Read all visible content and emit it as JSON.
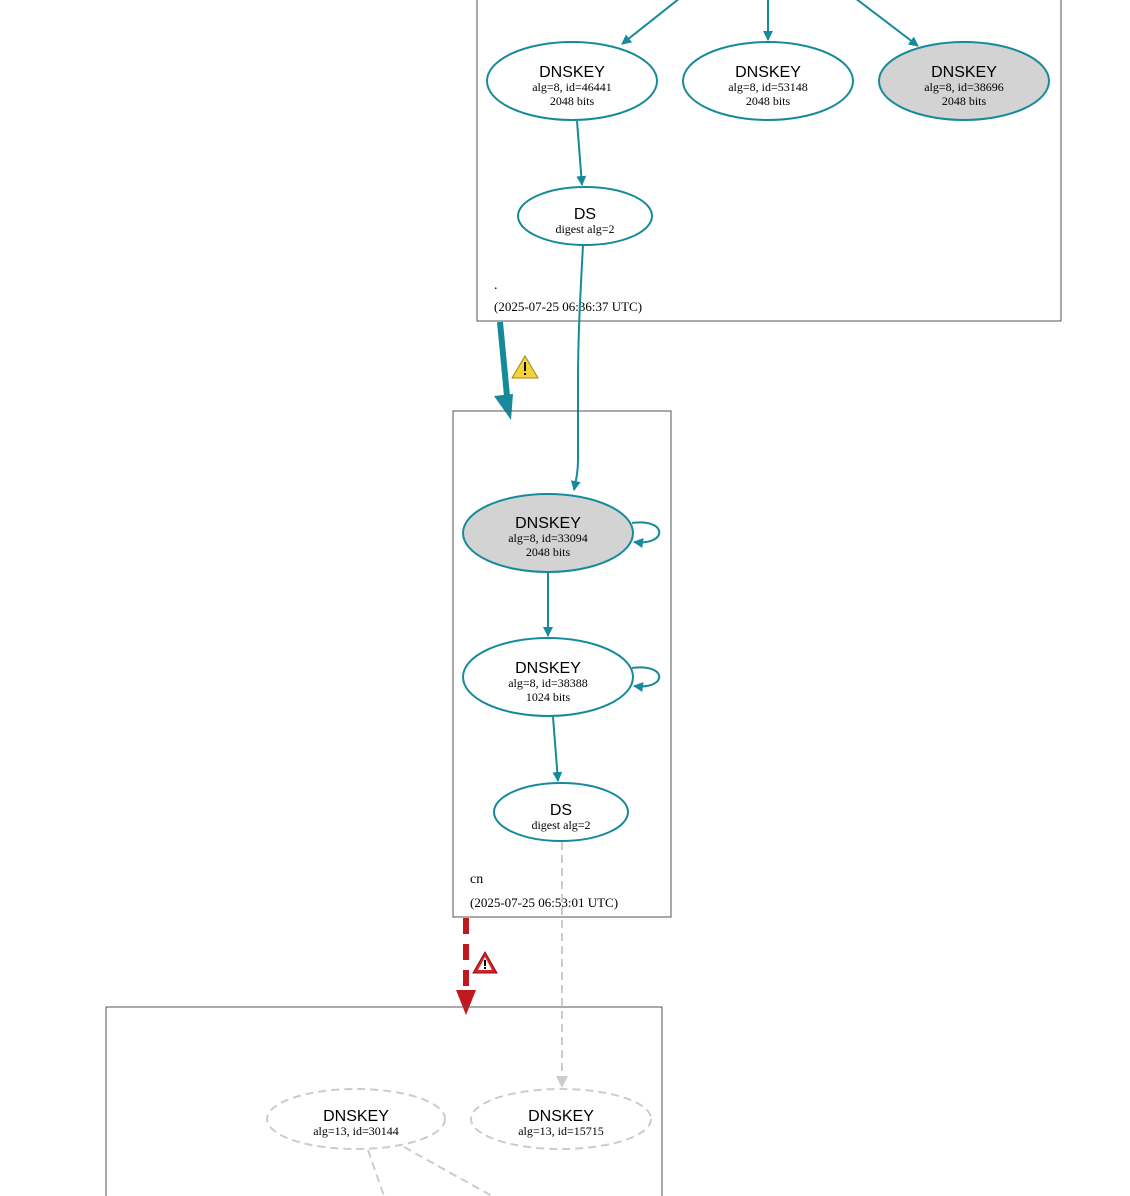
{
  "colors": {
    "secure_edge": "#168a9b",
    "bogus_edge": "#c0181f",
    "insecure_edge": "#cccccc",
    "sep_fill": "#d3d3d3",
    "warning_fill": "#f3d43a",
    "error_fill": "#d8202a"
  },
  "zones": [
    {
      "id": "root",
      "name": ".",
      "timestamp": "(2025-07-25 06:36:37 UTC)",
      "nodes": [
        {
          "id": "root-dnskey-46441",
          "title": "DNSKEY",
          "line1": "alg=8, id=46441",
          "line2": "2048 bits",
          "sep": false
        },
        {
          "id": "root-dnskey-53148",
          "title": "DNSKEY",
          "line1": "alg=8, id=53148",
          "line2": "2048 bits",
          "sep": false
        },
        {
          "id": "root-dnskey-38696",
          "title": "DNSKEY",
          "line1": "alg=8, id=38696",
          "line2": "2048 bits",
          "sep": true
        },
        {
          "id": "root-ds",
          "title": "DS",
          "line1": "digest alg=2",
          "line2": "",
          "sep": false
        }
      ]
    },
    {
      "id": "cn",
      "name": "cn",
      "timestamp": "(2025-07-25 06:53:01 UTC)",
      "nodes": [
        {
          "id": "cn-dnskey-33094",
          "title": "DNSKEY",
          "line1": "alg=8, id=33094",
          "line2": "2048 bits",
          "sep": true
        },
        {
          "id": "cn-dnskey-38388",
          "title": "DNSKEY",
          "line1": "alg=8, id=38388",
          "line2": "1024 bits",
          "sep": false
        },
        {
          "id": "cn-ds",
          "title": "DS",
          "line1": "digest alg=2",
          "line2": "",
          "sep": false
        }
      ]
    },
    {
      "id": "child",
      "name": "",
      "timestamp": "",
      "nodes": [
        {
          "id": "child-dnskey-30144",
          "title": "DNSKEY",
          "line1": "alg=13, id=30144",
          "line2": "",
          "sep": false
        },
        {
          "id": "child-dnskey-15715",
          "title": "DNSKEY",
          "line1": "alg=13, id=15715",
          "line2": "",
          "sep": false
        }
      ]
    }
  ],
  "delegations": [
    {
      "from": "root",
      "to": "cn",
      "status": "secure",
      "warning": "warning-icon"
    },
    {
      "from": "cn",
      "to": "child",
      "status": "bogus",
      "warning": "error-icon"
    }
  ]
}
